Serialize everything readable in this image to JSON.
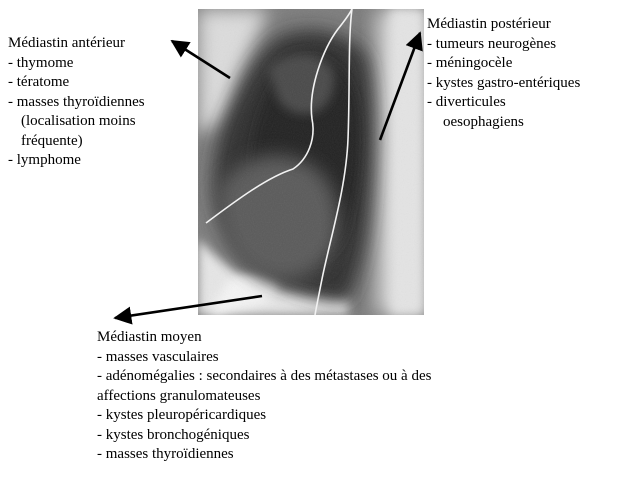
{
  "anterior": {
    "title": "Médiastin antérieur",
    "items": [
      "- thymome",
      "- tératome",
      "- masses thyroïdiennes",
      "(localisation moins",
      "fréquente)",
      "- lymphome"
    ]
  },
  "posterior": {
    "title": "Médiastin postérieur",
    "items": [
      "- tumeurs neurogènes",
      "- méningocèle",
      "- kystes gastro-entériques",
      "- diverticules",
      "oesophagiens"
    ]
  },
  "moyen": {
    "title": "Médiastin moyen",
    "items": [
      "- masses vasculaires",
      "- adénomégalies : secondaires à des métastases ou à des",
      "affections granulomateuses",
      "- kystes pleuropéricardiques",
      "- kystes bronchogéniques",
      "- masses thyroïdiennes"
    ]
  },
  "colors": {
    "text": "#000000",
    "background": "#ffffff",
    "boundary_line": "#f2f2f2"
  }
}
